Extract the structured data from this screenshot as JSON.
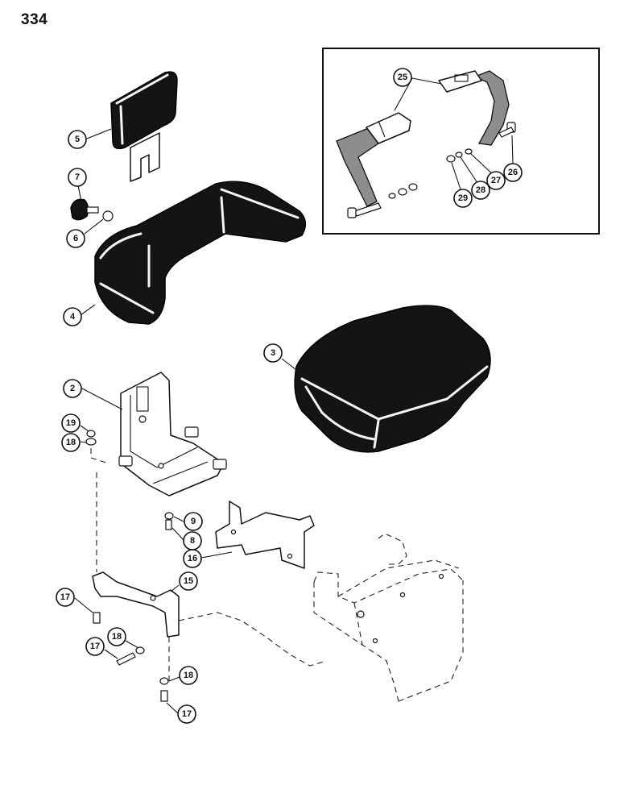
{
  "page": {
    "number": "334"
  },
  "callouts": [
    {
      "id": "c2",
      "label": "2"
    },
    {
      "id": "c3",
      "label": "3"
    },
    {
      "id": "c4",
      "label": "4"
    },
    {
      "id": "c5",
      "label": "5"
    },
    {
      "id": "c6",
      "label": "6"
    },
    {
      "id": "c7",
      "label": "7"
    },
    {
      "id": "c8",
      "label": "8"
    },
    {
      "id": "c9",
      "label": "9"
    },
    {
      "id": "c15",
      "label": "15"
    },
    {
      "id": "c16",
      "label": "16"
    },
    {
      "id": "c17a",
      "label": "17"
    },
    {
      "id": "c17b",
      "label": "17"
    },
    {
      "id": "c17c",
      "label": "17"
    },
    {
      "id": "c18a",
      "label": "18"
    },
    {
      "id": "c18b",
      "label": "18"
    },
    {
      "id": "c18c",
      "label": "18"
    },
    {
      "id": "c19",
      "label": "19"
    },
    {
      "id": "c25",
      "label": "25"
    },
    {
      "id": "c26",
      "label": "26"
    },
    {
      "id": "c27",
      "label": "27"
    },
    {
      "id": "c28",
      "label": "28"
    },
    {
      "id": "c29",
      "label": "29"
    }
  ]
}
